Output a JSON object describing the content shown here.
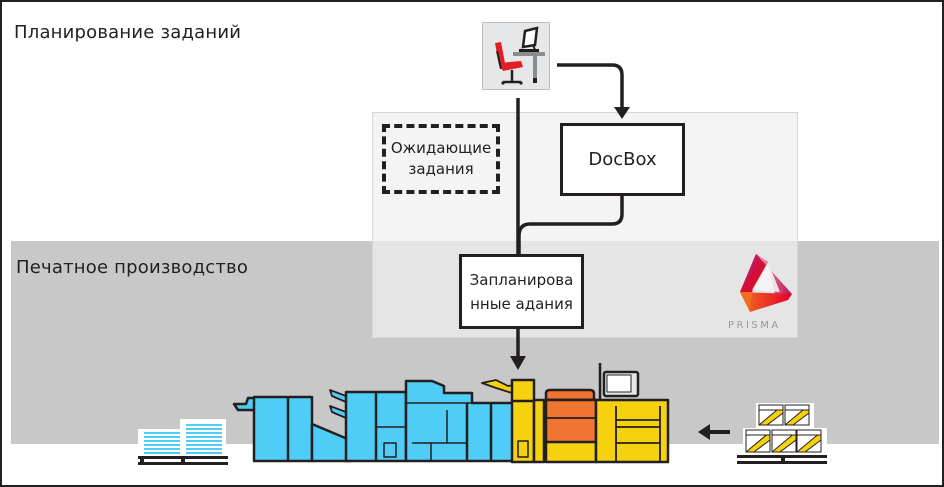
{
  "diagram": {
    "zones": {
      "planning": "Планирование заданий",
      "production": "Печатное производство"
    },
    "nodes": {
      "waiting_jobs": [
        "Ожидающие",
        "задания"
      ],
      "docbox": "DocBox",
      "scheduled_jobs": [
        "Запланирова",
        "нные адания"
      ]
    },
    "logo": {
      "name": "PRISMA",
      "icon": "prisma-logo-icon"
    },
    "icons": {
      "workstation": "workstation-icon",
      "printer": "production-printer-icon",
      "output_stack": "printed-output-stack-icon",
      "paper_supply": "paper-supply-pallet-icon",
      "supply_arrow": "arrow-left-icon"
    },
    "colors": {
      "line": "#231f20",
      "band": "#c8c8c8",
      "finisher_blue": "#4fcdf6",
      "engine_yellow": "#f5d10f",
      "engine_orange": "#f07530",
      "chair_red": "#e31e24"
    }
  }
}
